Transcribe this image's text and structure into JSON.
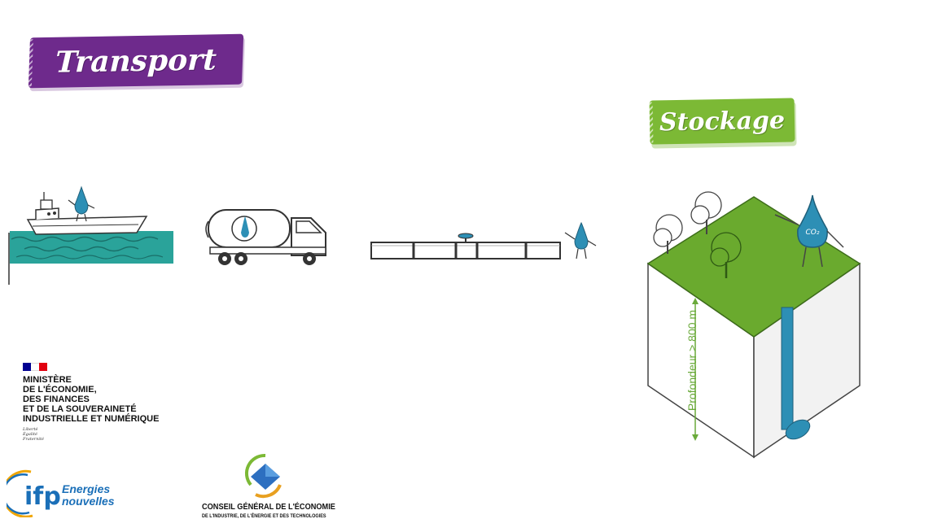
{
  "banners": {
    "transport": "Transport",
    "stockage": "Stockage"
  },
  "storage": {
    "depth_label": "Profondeur > 800 m",
    "drop_label": "CO₂"
  },
  "icons": [
    "ship-icon",
    "tanker-truck-icon",
    "pipeline-icon",
    "co2-drop-character-icon",
    "tree-icon",
    "storage-block-icon",
    "french-flag-icon",
    "ifp-logo-icon",
    "cge-logo-icon"
  ],
  "ministere": {
    "lines": [
      "MINISTÈRE",
      "DE L'ÉCONOMIE,",
      "DES FINANCES",
      "ET DE LA SOUVERAINETÉ",
      "INDUSTRIELLE ET NUMÉRIQUE"
    ],
    "motto": [
      "Liberté",
      "Égalité",
      "Fraternité"
    ],
    "flag_colors": [
      "#000091",
      "#ffffff",
      "#e1000f"
    ]
  },
  "ifp": {
    "line1": "Energies",
    "line2": "nouvelles"
  },
  "cge": {
    "title": "CONSEIL GÉNÉRAL DE L'ÉCONOMIE",
    "subtitle": "DE L'INDUSTRIE, DE L'ÉNERGIE ET DES TECHNOLOGIES"
  },
  "colors": {
    "transport_purple": "#6e2a8c",
    "stockage_green": "#7cb935",
    "water_teal": "#2aa39a",
    "drop_blue": "#2d8fb5"
  }
}
